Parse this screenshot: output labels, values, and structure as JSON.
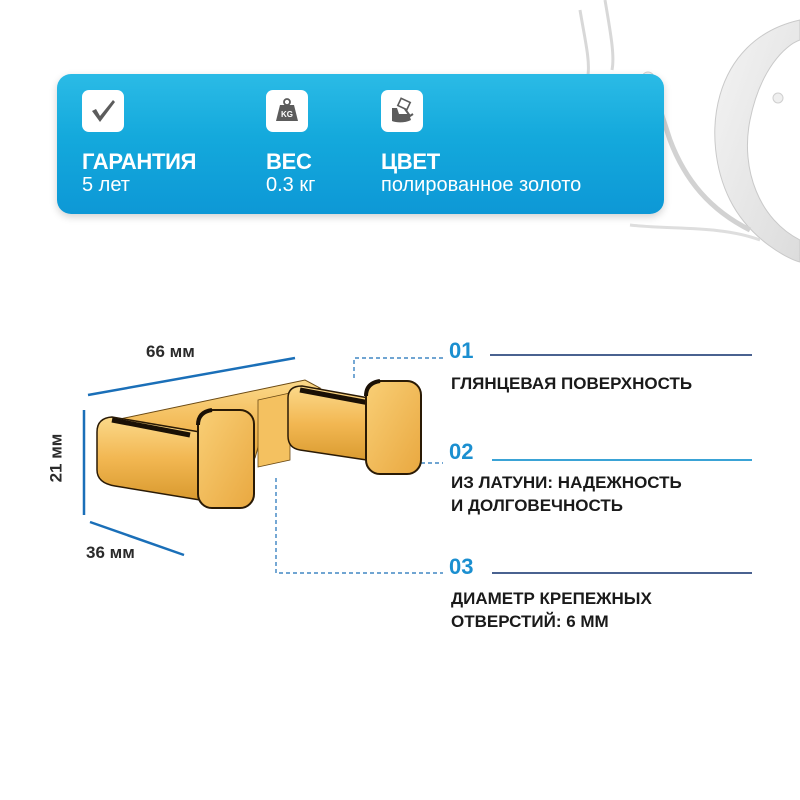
{
  "specs": [
    {
      "icon": "checkmark-icon",
      "label": "ГАРАНТИЯ",
      "value": "5  лет"
    },
    {
      "icon": "weight-kg-icon",
      "label": "ВЕС",
      "value": "0.3 кг",
      "icon_text": "KG"
    },
    {
      "icon": "paint-roller-icon",
      "label": "ЦВЕТ",
      "value": "полированное золото"
    }
  ],
  "dimensions": {
    "length": "66 мм",
    "height": "21 мм",
    "depth": "36 мм"
  },
  "features": [
    {
      "number": "01",
      "lines": [
        "ГЛЯНЦЕВАЯ ПОВЕРХНОСТЬ"
      ]
    },
    {
      "number": "02",
      "lines": [
        "ИЗ ЛАТУНИ: НАДЕЖНОСТЬ",
        "И ДОЛГОВЕЧНОСТЬ"
      ]
    },
    {
      "number": "03",
      "lines": [
        "ДИАМЕТР КРЕПЕЖНЫХ",
        "ОТВЕРСТИЙ: 6 ММ"
      ]
    }
  ],
  "colors": {
    "card_top": "#2bbbe6",
    "card_bottom": "#0d98d6",
    "accent_blue": "#1b8fd0",
    "dimension_line": "#1a6fb8",
    "gold": "#f0b64a",
    "text_dark": "#1a1a1a"
  }
}
